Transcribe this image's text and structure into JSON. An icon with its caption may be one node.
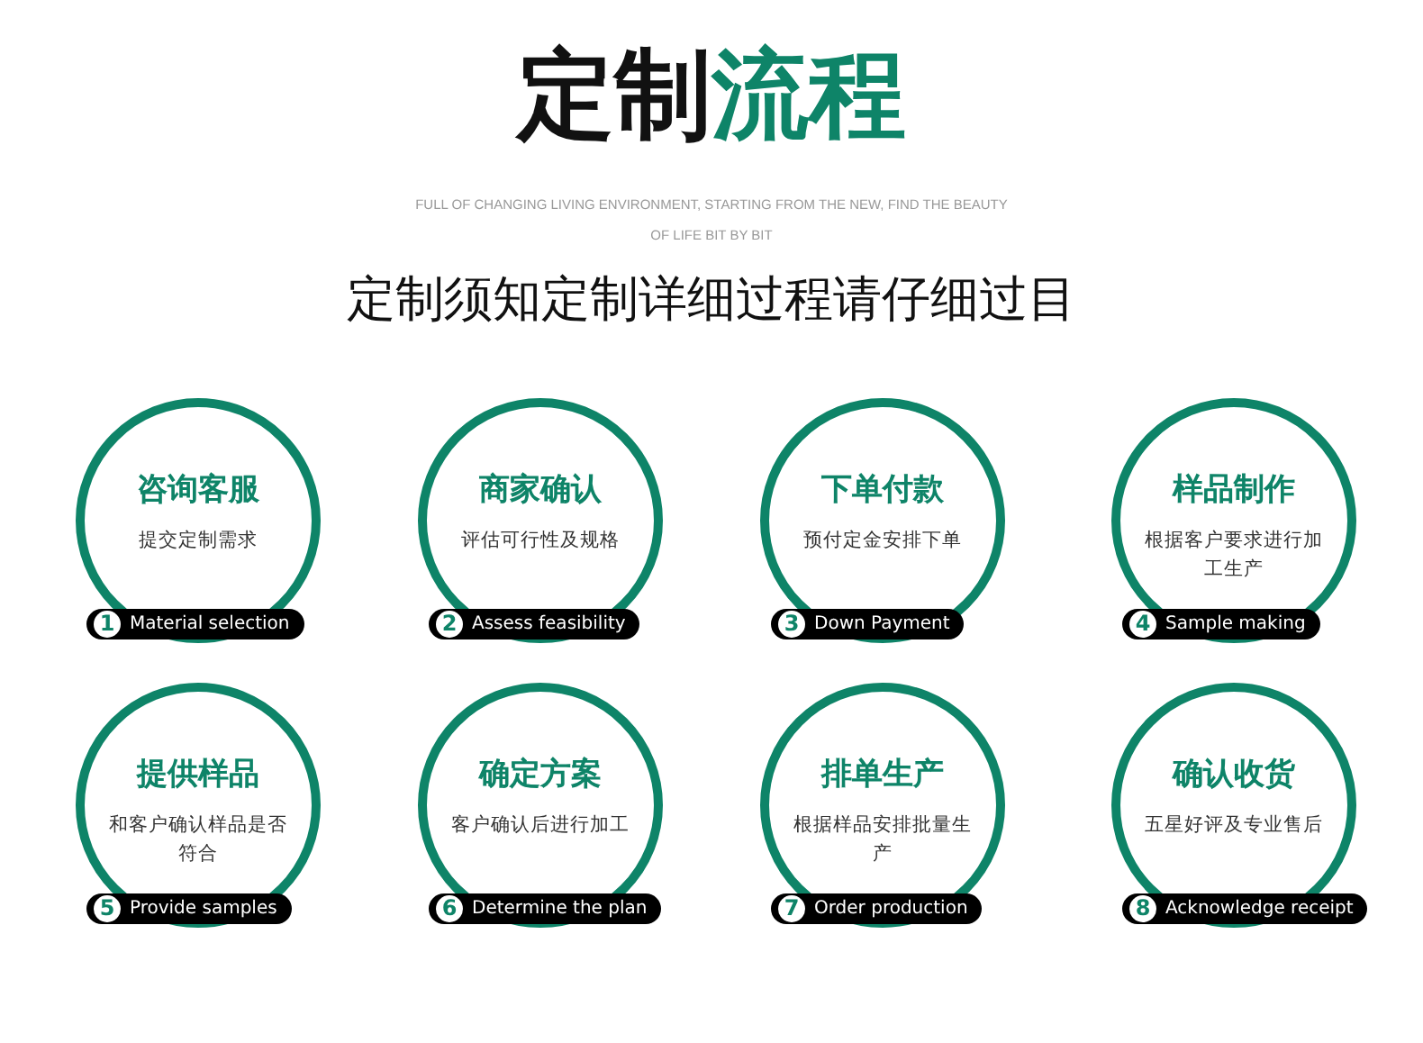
{
  "diagram": {
    "title": "定制流程",
    "nodes": [
      {
        "text": [
          "咨询客服",
          "提交定制需求",
          "1",
          "Material selection"
        ]
      },
      {
        "text": [
          "商家确认",
          "评估可行性及规格",
          "2",
          "Assess feasibility"
        ]
      },
      {
        "text": [
          "下单付款",
          "预付定金安排下单",
          "3",
          "Down Payment"
        ]
      },
      {
        "text": [
          "样品制作",
          "根据客户要求进行加工生产",
          "4",
          "Sample making"
        ]
      },
      {
        "text": [
          "提供样品",
          "和客户确认样品是否符合",
          "5",
          "Provide samples"
        ]
      },
      {
        "text": [
          "确定方案",
          "客户确认后进行加工",
          "6",
          "Determine the plan"
        ]
      },
      {
        "text": [
          "排单生产",
          "根据样品安排批量生产",
          "7",
          "Order production"
        ]
      },
      {
        "text": [
          "确认收货",
          "五星好评及专业售后",
          "8",
          "Acknowledge receipt"
        ]
      }
    ],
    "labels": [
      "FULL OF CHANGING LIVING ENVIRONMENT, STARTING FROM THE NEW, FIND THE BEAUTY OF LIFE BIT BY BIT",
      "定制须知定制详细过程请仔细过目"
    ]
  }
}
